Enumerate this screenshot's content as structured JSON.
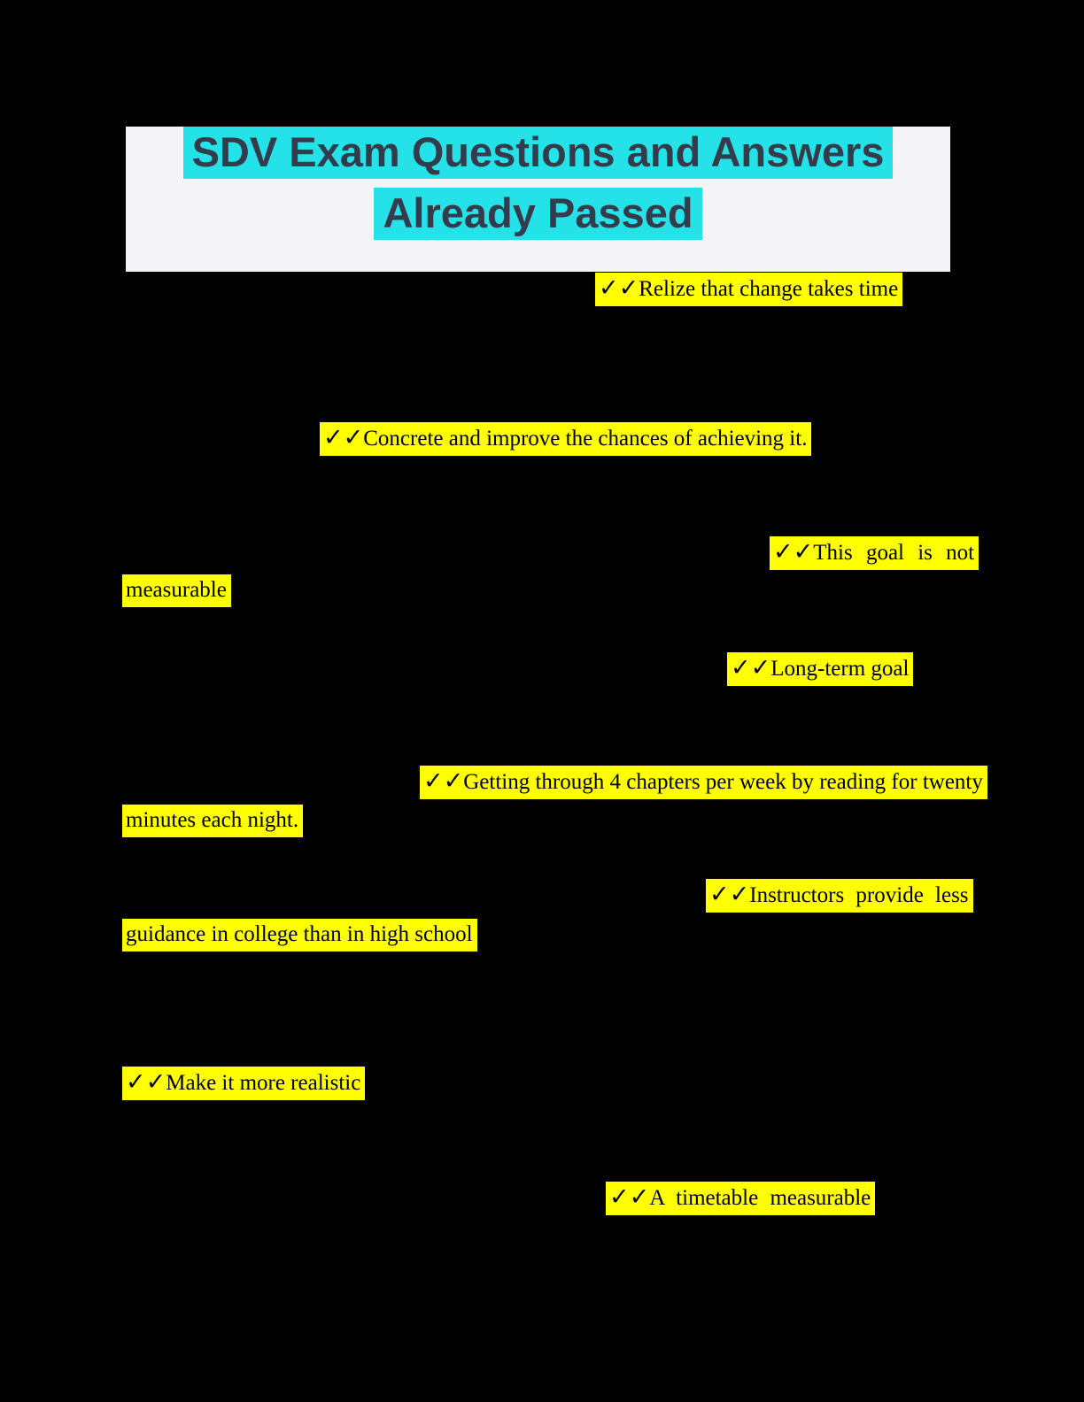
{
  "colors": {
    "page_background": "#000000",
    "header_background": "#f4f4f7",
    "title_highlight": "#24e2e8",
    "title_text": "#343b4a",
    "answer_highlight": "#ffff00",
    "answer_text": "#000000"
  },
  "header": {
    "title_line1": "SDV Exam Questions and Answers",
    "title_line2": "Already Passed"
  },
  "answers": [
    {
      "segments": [
        {
          "check": "✓✓",
          "text": "Relize that change takes time"
        }
      ]
    },
    {
      "segments": [
        {
          "check": "✓✓",
          "text": "Concrete and improve the chances of achieving it."
        }
      ]
    },
    {
      "segments": [
        {
          "check": "✓✓",
          "text": "This goal is not"
        },
        {
          "text": "measurable"
        }
      ]
    },
    {
      "segments": [
        {
          "check": "✓✓",
          "text": "Long-term goal"
        }
      ]
    },
    {
      "segments": [
        {
          "check": "✓✓",
          "text": "Getting through 4 chapters per week by reading for twenty"
        },
        {
          "text": "minutes each night."
        }
      ]
    },
    {
      "segments": [
        {
          "check": "✓✓",
          "text": "Instructors provide less"
        },
        {
          "text": "guidance in college than in high school"
        }
      ]
    },
    {
      "segments": [
        {
          "check": "✓✓",
          "text": "Make it more realistic"
        }
      ]
    },
    {
      "segments": [
        {
          "check": "✓✓",
          "text": "A timetable measurable"
        }
      ]
    }
  ]
}
